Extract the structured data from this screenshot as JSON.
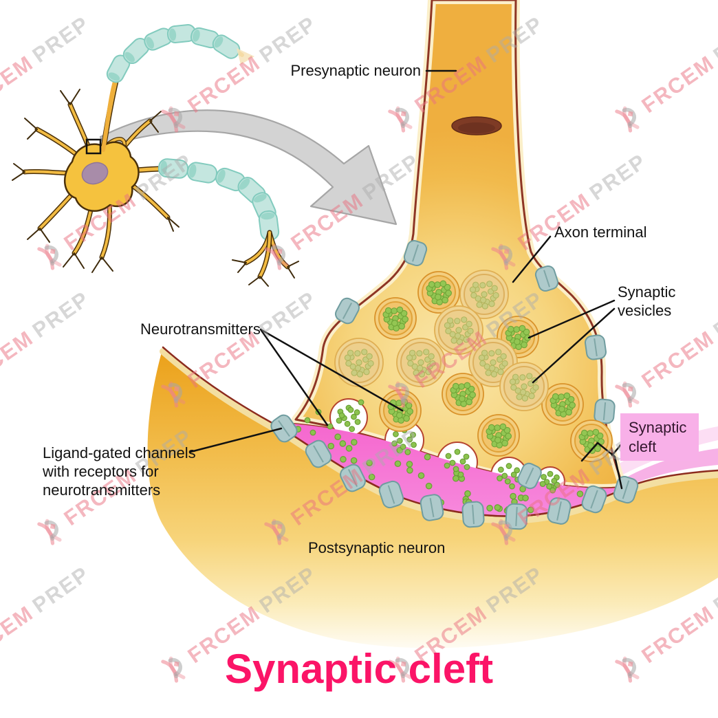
{
  "diagram": {
    "type": "anatomy-illustration",
    "subject": "Chemical synapse between presynaptic and postsynaptic neurons"
  },
  "title": {
    "text": "Synaptic cleft"
  },
  "labels": {
    "presynaptic_neuron": "Presynaptic neuron",
    "axon_terminal": "Axon terminal",
    "synaptic_vesicles": "Synaptic vesicles",
    "neurotransmitters": "Neurotransmitters",
    "ligand_gated_channels": "Ligand-gated channels with receptors for neurotransmitters",
    "synaptic_cleft_callout": "Synaptic cleft",
    "postsynaptic_neuron": "Postsynaptic neuron"
  },
  "watermark": {
    "brand": "FRCEM",
    "suffix": "PREP",
    "logo_icon": "frcem-prep-ribbon-logo"
  },
  "colors": {
    "title_pink": "#FB1467",
    "callout_box_pink": "#F8B0E8",
    "synaptic_cleft_pink": "#F472D4",
    "neuron_gold": "#F2BC4A",
    "membrane_outline": "#8C2B1E",
    "myelin_teal": "#C4E6DF",
    "channel_teal": "#AECACB",
    "neurotransmitter_green": "#8CC34F",
    "nucleus_purple": "#A88CA9",
    "arrow_gray": "#D3D3D3"
  }
}
